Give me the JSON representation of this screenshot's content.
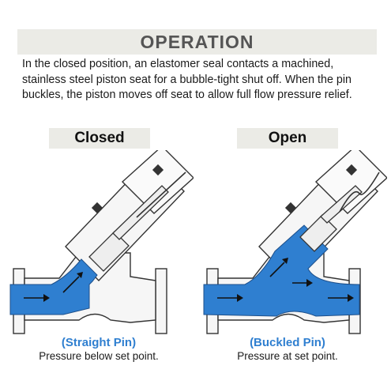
{
  "title": "OPERATION",
  "description": "In the closed position, an elastomer seal contacts a machined, stainless steel piston seat for a bubble-tight shut off. When the pin buckles, the piston moves off seat to allow full flow pressure relief.",
  "closed": {
    "label": "Closed",
    "caption_title": "(Straight Pin)",
    "caption_sub": "Pressure below set point."
  },
  "open": {
    "label": "Open",
    "caption_title": "(Buckled Pin)",
    "caption_sub": "Pressure at set point."
  },
  "colors": {
    "fluid": "#2f7fd0",
    "banner": "#ebebe6",
    "outline": "#333333"
  }
}
